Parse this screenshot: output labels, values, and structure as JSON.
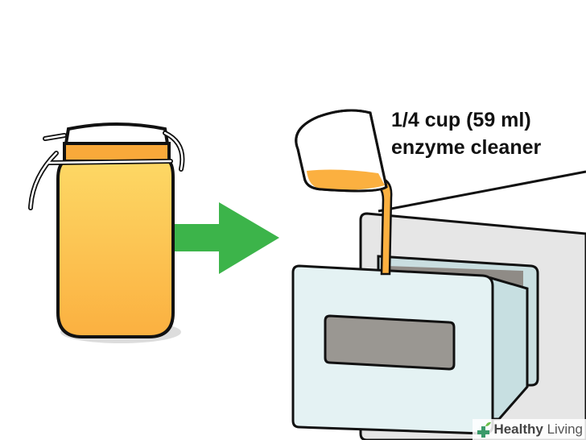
{
  "caption": {
    "line1": "1/4 cup (59 ml)",
    "line2": "enzyme cleaner"
  },
  "watermark": {
    "bold": "Healthy",
    "light": " Living",
    "icon": "plus-leaf-icon"
  },
  "colors": {
    "liquid": "#fbb040",
    "arrow": "#3cb44a",
    "panel": "#e6e6e6",
    "drawer": "#e4f2f3",
    "slot": "#9a9792"
  }
}
